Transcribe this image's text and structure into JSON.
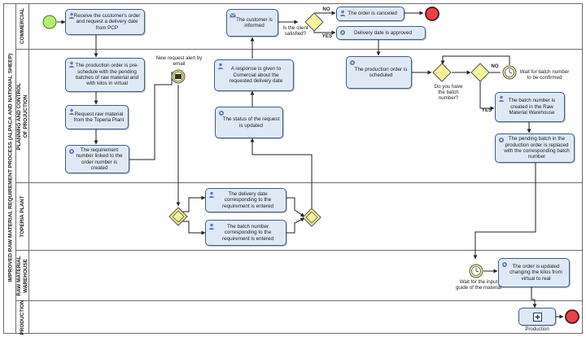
{
  "pool": {
    "title": "IMPROVED RAW MATERIAL REQUIREMENT PROCESS (ALPACA AND NATIONAL SHEEP)"
  },
  "lanes": [
    {
      "label": "COMMERCIAL"
    },
    {
      "label": "PLANNING AND CONTROL\nOF PROJUCTION"
    },
    {
      "label": "TOPERIA PLANT"
    },
    {
      "label": "RAW MATERIAL\nWAREHOUSE"
    },
    {
      "label": "PRODUCTION"
    }
  ],
  "tasks": {
    "receive_order": "Receive the customer's order and request a delivery date from PCP",
    "customer_informed": "The customer is informed",
    "order_canceled": "The order is canceled",
    "delivery_approved": "Delivery date is approved",
    "preschedule": "The production order is pre-schedule with the pending batches of raw material and with kilos in virtual",
    "request_raw": "Request raw material from the Toperia Plant",
    "req_number_linked": "The requirement number linked to the order number is created",
    "response_given": "A response is given to Comercial about the requested delivery date",
    "status_updated": "The status of the request is updated",
    "order_scheduled": "The production order is scheduled",
    "batch_created": "The batch number is created in the Raw Material Warehouse",
    "pending_replaced": "The pending batch in the production order is replaced with the corresponding batch number",
    "delivery_date_entered": "The delivery date corresponding to the requirement is entered",
    "batch_entered": "The batch number corresponding to the requirement is entered",
    "order_updated": "The order is updated changing the kilos from virtual to real",
    "production": "Production"
  },
  "labels": {
    "client_satisfied": "Is the client satisfied?",
    "no_1": "NO",
    "yes_1": "YES",
    "new_request_alert": "New request alert by email",
    "do_you_have_batch": "Do you have the batch number?",
    "no_2": "NO",
    "yes_2": "YES",
    "wait_batch_confirm": "Wait for batch number to be confirmed",
    "wait_input_guide": "Wait for the input guide of the material"
  },
  "colors": {
    "task_fill": "#dfe9f6",
    "task_border": "#3b5f8a",
    "start_event": "#b6ec72",
    "end_event": "#e8434b",
    "gateway": "#f4f29a"
  }
}
